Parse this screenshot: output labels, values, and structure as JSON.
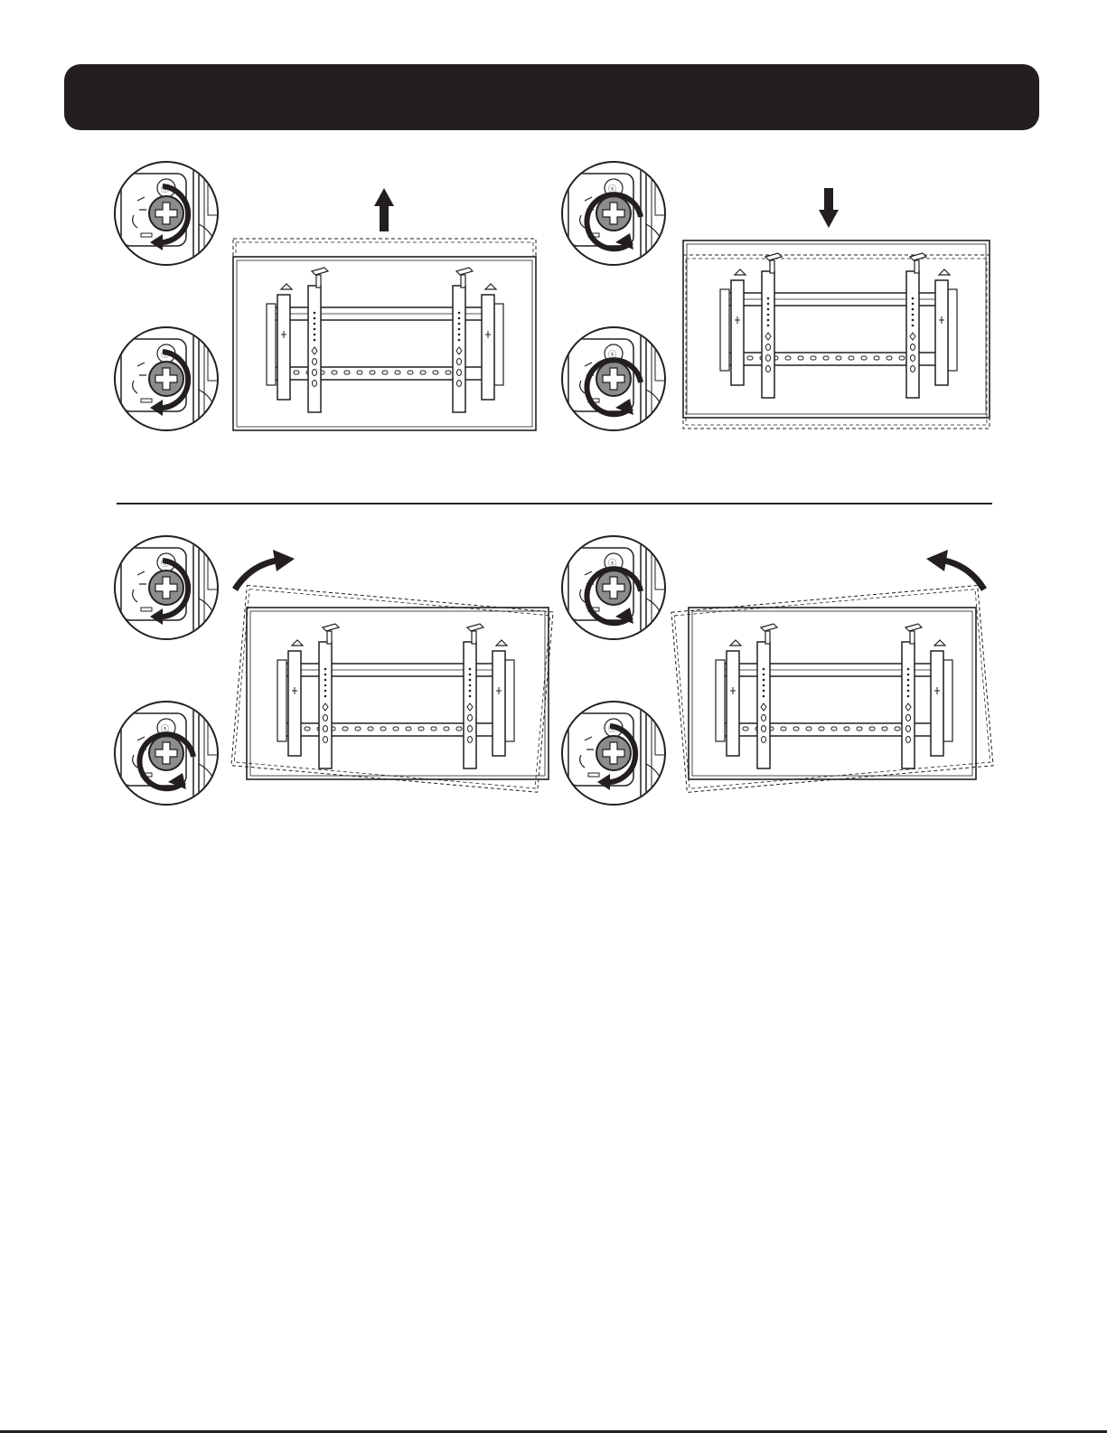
{
  "header": {
    "title": ""
  },
  "colors": {
    "ink": "#231f20",
    "knob_fill": "#8c8c8c",
    "paper": "#ffffff"
  },
  "panels": [
    {
      "name": "raise-display",
      "motion": "up",
      "top_knob_rotation": "clockwise",
      "bottom_knob_rotation": "clockwise"
    },
    {
      "name": "lower-display",
      "motion": "down",
      "top_knob_rotation": "counterclockwise",
      "bottom_knob_rotation": "counterclockwise"
    },
    {
      "name": "tilt-right",
      "motion": "rotate-clockwise",
      "top_knob_rotation": "clockwise",
      "bottom_knob_rotation": "counterclockwise"
    },
    {
      "name": "tilt-left",
      "motion": "rotate-counterclockwise",
      "top_knob_rotation": "counterclockwise",
      "bottom_knob_rotation": "clockwise"
    }
  ],
  "icons": [
    "adjustment-knob-icon",
    "arrow-up-icon",
    "arrow-down-icon",
    "curved-arrow-clockwise-icon",
    "curved-arrow-counterclockwise-icon",
    "wall-mount-bracket-icon"
  ]
}
